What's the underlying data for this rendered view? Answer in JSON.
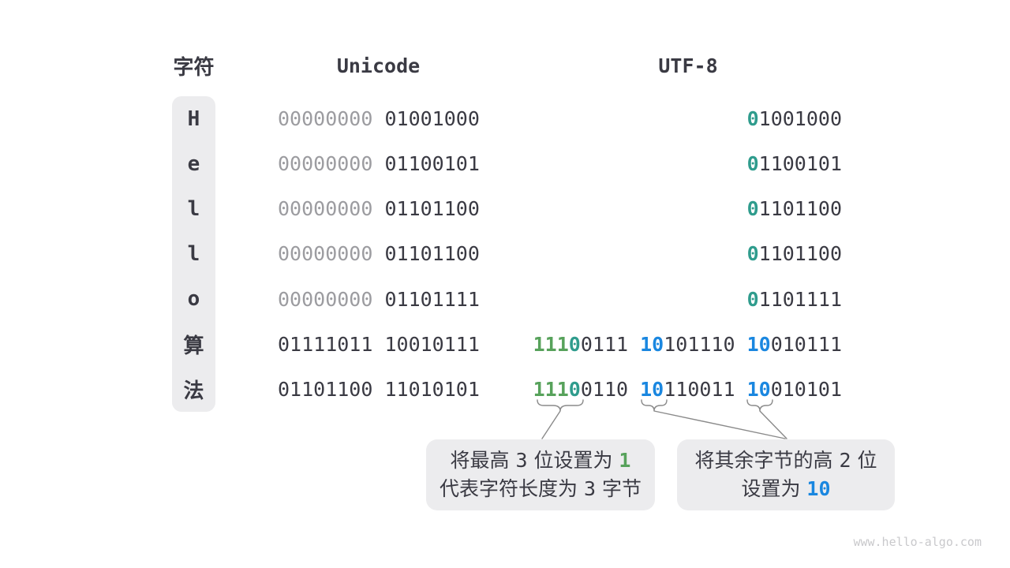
{
  "header": {
    "char": "字符",
    "unicode": "Unicode",
    "utf8": "UTF-8"
  },
  "rows": [
    {
      "char": "H",
      "unicode": [
        {
          "c": "gray",
          "t": "00000000"
        },
        {
          "c": "dark",
          "t": " 01001000"
        }
      ],
      "utf8": [
        {
          "c": "teal",
          "t": "0"
        },
        {
          "c": "dark",
          "t": "1001000"
        }
      ]
    },
    {
      "char": "e",
      "unicode": [
        {
          "c": "gray",
          "t": "00000000"
        },
        {
          "c": "dark",
          "t": " 01100101"
        }
      ],
      "utf8": [
        {
          "c": "teal",
          "t": "0"
        },
        {
          "c": "dark",
          "t": "1100101"
        }
      ]
    },
    {
      "char": "l",
      "unicode": [
        {
          "c": "gray",
          "t": "00000000"
        },
        {
          "c": "dark",
          "t": " 01101100"
        }
      ],
      "utf8": [
        {
          "c": "teal",
          "t": "0"
        },
        {
          "c": "dark",
          "t": "1101100"
        }
      ]
    },
    {
      "char": "l",
      "unicode": [
        {
          "c": "gray",
          "t": "00000000"
        },
        {
          "c": "dark",
          "t": " 01101100"
        }
      ],
      "utf8": [
        {
          "c": "teal",
          "t": "0"
        },
        {
          "c": "dark",
          "t": "1101100"
        }
      ]
    },
    {
      "char": "o",
      "unicode": [
        {
          "c": "gray",
          "t": "00000000"
        },
        {
          "c": "dark",
          "t": " 01101111"
        }
      ],
      "utf8": [
        {
          "c": "teal",
          "t": "0"
        },
        {
          "c": "dark",
          "t": "1101111"
        }
      ]
    },
    {
      "char": "算",
      "unicode": [
        {
          "c": "dark",
          "t": "01111011 10010111"
        }
      ],
      "utf8": [
        {
          "c": "green",
          "t": "111"
        },
        {
          "c": "teal",
          "t": "0"
        },
        {
          "c": "dark",
          "t": "0111 "
        },
        {
          "c": "blue",
          "t": "10"
        },
        {
          "c": "dark",
          "t": "101110 "
        },
        {
          "c": "blue",
          "t": "10"
        },
        {
          "c": "dark",
          "t": "010111"
        }
      ]
    },
    {
      "char": "法",
      "unicode": [
        {
          "c": "dark",
          "t": "01101100 11010101"
        }
      ],
      "utf8": [
        {
          "c": "green",
          "t": "111"
        },
        {
          "c": "teal",
          "t": "0"
        },
        {
          "c": "dark",
          "t": "0110 "
        },
        {
          "c": "blue",
          "t": "10"
        },
        {
          "c": "dark",
          "t": "110011 "
        },
        {
          "c": "blue",
          "t": "10"
        },
        {
          "c": "dark",
          "t": "010101"
        }
      ]
    }
  ],
  "callouts": [
    {
      "name": "set-high-bits",
      "lines": [
        [
          {
            "c": "dark",
            "t": "将最高 "
          },
          {
            "c": "dark",
            "m": true,
            "t": "3"
          },
          {
            "c": "dark",
            "t": " 位设置为 "
          },
          {
            "c": "green",
            "m": true,
            "t": "1"
          }
        ],
        [
          {
            "c": "dark",
            "t": "代表字符长度为 "
          },
          {
            "c": "dark",
            "m": true,
            "t": "3"
          },
          {
            "c": "dark",
            "t": " 字节"
          }
        ]
      ]
    },
    {
      "name": "set-continuation-bits",
      "lines": [
        [
          {
            "c": "dark",
            "t": "将其余字节的高 "
          },
          {
            "c": "dark",
            "m": true,
            "t": "2"
          },
          {
            "c": "dark",
            "t": " 位"
          }
        ],
        [
          {
            "c": "dark",
            "t": "设置为 "
          },
          {
            "c": "blue",
            "m": true,
            "t": "10"
          }
        ]
      ]
    }
  ],
  "watermark": "www.hello-algo.com",
  "colors": {
    "dark": "#3a3a43",
    "gray": "#9c9ca0",
    "teal": "#2f9c8d",
    "green": "#57a25b",
    "blue": "#1a87e0",
    "box_bg": "#ececee",
    "line": "#8a8a8a",
    "watermark": "#c9c9cc"
  }
}
